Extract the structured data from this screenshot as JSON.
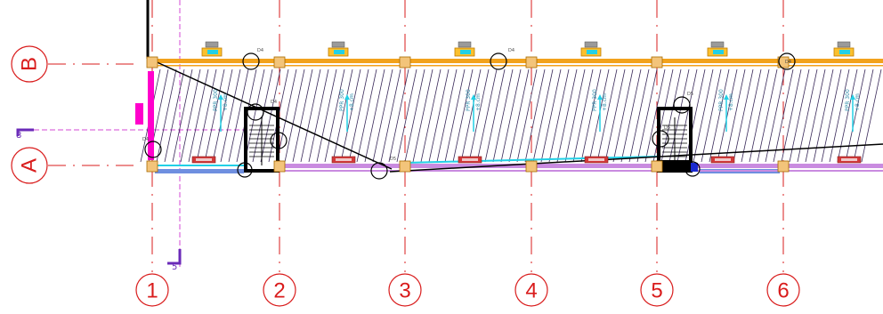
{
  "drawing": {
    "title": "",
    "grid_columns": [
      {
        "label": "1"
      },
      {
        "label": "2"
      },
      {
        "label": "3"
      },
      {
        "label": "4"
      },
      {
        "label": "5"
      },
      {
        "label": "6"
      }
    ],
    "grid_rows": [
      {
        "label": "B"
      },
      {
        "label": "A"
      }
    ],
    "section_marks": [
      {
        "label": "8"
      },
      {
        "label": "5"
      }
    ],
    "pipe_labels": [
      "PPR 300",
      "PPR 300",
      "PPR 300",
      "PPR 300",
      "PPR 300",
      "PPR 300"
    ],
    "pipe_sublabels": [
      "+8.cm",
      "+8.cm",
      "+8.cm",
      "+8.cm",
      "+8.cm",
      "+8.cm"
    ],
    "node_tags": [
      "D4",
      "D4",
      "D4",
      "D4",
      "D5",
      "D5",
      "D4",
      "D5"
    ],
    "colors": {
      "grid_red": "#d91c1c",
      "beam_orange": "#f2a21c",
      "magenta": "#ff00cc",
      "hatch": "#3a2a5a",
      "cyan": "#22d0e6",
      "purple_beam": "#c98be0",
      "blue_beam": "#6f8fe0",
      "black": "#000000",
      "dash_magenta": "#d34ad6"
    }
  }
}
